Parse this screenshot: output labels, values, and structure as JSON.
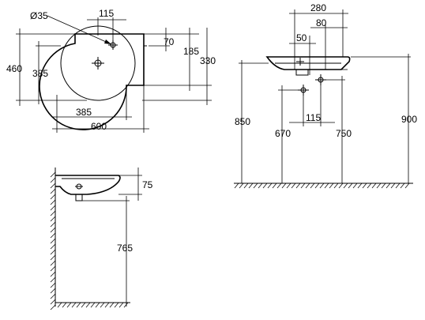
{
  "colors": {
    "line": "#000000",
    "background": "#ffffff"
  },
  "top_view": {
    "dims": {
      "hole_diameter": "Ø35",
      "tap_offset": "115",
      "shelf_depth": "70",
      "depth_185": "185",
      "depth_330": "330",
      "height_460": "460",
      "bowl_385_v": "385",
      "bowl_385_h": "385",
      "width_600": "600"
    }
  },
  "front_view": {
    "dims": {
      "d280": "280",
      "d80": "80",
      "d50": "50",
      "d115": "115",
      "d850": "850",
      "d670": "670",
      "d750": "750",
      "d900": "900"
    }
  },
  "side_view": {
    "dims": {
      "d75": "75",
      "d765": "765"
    }
  }
}
